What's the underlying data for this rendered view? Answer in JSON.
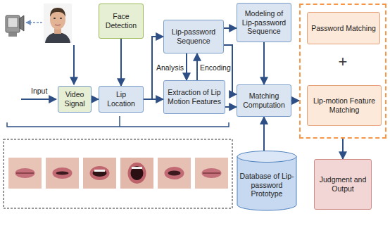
{
  "diagram": {
    "nodes": [
      {
        "text": [
          "Face Detection"
        ]
      },
      {
        "text": [
          "Video Signal"
        ]
      },
      {
        "text": [
          "Lip Location"
        ]
      },
      {
        "text": [
          "Lip-password Sequence"
        ]
      },
      {
        "text": [
          "Extraction of Lip Motion Features"
        ]
      },
      {
        "text": [
          "Modeling of Lip-password Sequence"
        ]
      },
      {
        "text": [
          "Matching Computation"
        ]
      },
      {
        "text": [
          "Database of Lip-password Prototype"
        ]
      },
      {
        "text": [
          "+"
        ]
      },
      {
        "text": [
          "Password Matching"
        ],
        "in": 8
      },
      {
        "text": [
          "Lip-motion Feature Matching"
        ],
        "in": 8
      },
      {
        "text": [
          "Judgment and Output"
        ]
      }
    ],
    "edges": [
      {
        "from": 1,
        "to": 2,
        "arrow": "to"
      },
      {
        "from": 0,
        "to": 2,
        "arrow": "to"
      },
      {
        "from": 2,
        "to": 3,
        "arrow": "to"
      },
      {
        "from": 2,
        "to": 4,
        "arrow": "to"
      },
      {
        "from": 3,
        "to": 4,
        "label": "Analysis",
        "arrow": "to"
      },
      {
        "from": 4,
        "to": 3,
        "label": "Encoding",
        "arrow": "to"
      },
      {
        "from": 3,
        "to": 5,
        "arrow": "to"
      },
      {
        "from": 3,
        "to": 6,
        "arrow": "to"
      },
      {
        "from": 4,
        "to": 6,
        "arrow": "to"
      },
      {
        "from": 5,
        "to": 6,
        "arrow": "to"
      },
      {
        "from": 7,
        "to": 6,
        "arrow": "to"
      },
      {
        "from": 6,
        "to": 8,
        "arrow": "to"
      },
      {
        "from": 8,
        "to": 11,
        "arrow": "to"
      }
    ],
    "labels": [
      "Input"
    ]
  }
}
